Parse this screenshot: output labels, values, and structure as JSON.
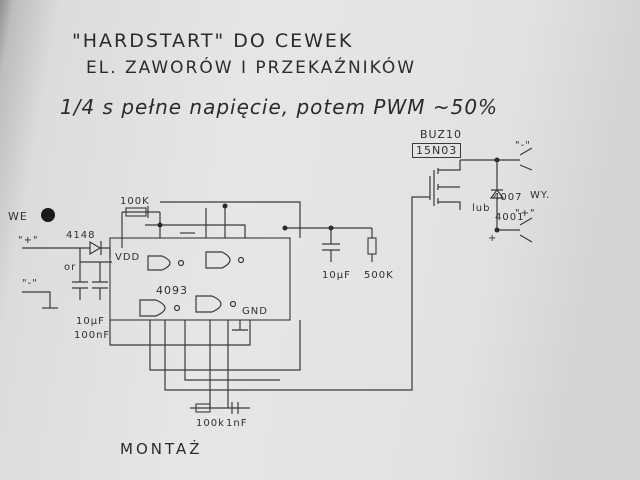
{
  "title": {
    "line1": "\"HARDSTART\" DO CEWEK",
    "line2": "EL. ZAWORÓW I PRZEKAŹNIKÓW",
    "line3": "1/4 s pełne napięcie, potem PWM ~50%"
  },
  "labels": {
    "transistor_model": "BUZ10",
    "transistor_alt": "15N03",
    "minus_out": "\"-\"",
    "plus_out": "\"+\"",
    "wy": "WY.",
    "diode_model_a": "4007",
    "diode_model_b": "4001",
    "diode_prefix": "lub",
    "plus_sign": "+",
    "we": "WE",
    "plus_in": "\"+\"",
    "minus_in": "\"-\"",
    "diode_in": "4148",
    "or_label": "or",
    "r_top": "100K",
    "vdd": "VDD",
    "ic": "4093",
    "gnd": "GND",
    "cap_10": "10μF",
    "cap_100": "100nF",
    "cap_right": "10μF",
    "r_right": "500K",
    "r_bottom": "100k",
    "c_bottom": "1nF",
    "footer": "MONTAŻ"
  },
  "colors": {
    "paper": "#e4e4e4",
    "ink": "#2b2b2b"
  }
}
